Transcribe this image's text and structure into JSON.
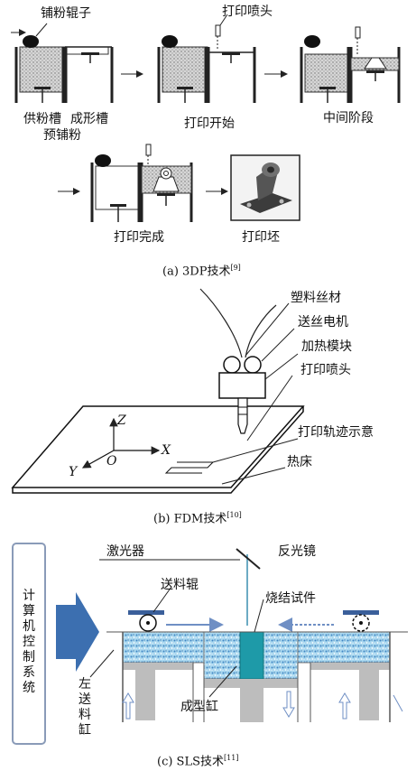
{
  "panel_a": {
    "labels": {
      "roller": "铺粉辊子",
      "nozzle": "打印喷头",
      "supply_tank": "供粉槽",
      "build_tank": "成形槽",
      "prespread": "预铺粉",
      "start": "打印开始",
      "middle": "中间阶段",
      "done": "打印完成",
      "blank": "打印坯"
    },
    "caption": {
      "text": "(a) 3DP技术",
      "ref": "[9]"
    }
  },
  "panel_b": {
    "labels": {
      "filament": "塑料丝材",
      "motor": "送丝电机",
      "heater": "加热模块",
      "nozzle": "打印喷头",
      "track": "打印轨迹示意",
      "bed": "热床",
      "axis_z": "Z",
      "axis_x": "X",
      "axis_y": "Y",
      "origin": "O"
    },
    "caption": {
      "text": "(b) FDM技术",
      "ref": "[10]"
    }
  },
  "panel_c": {
    "labels": {
      "laser": "激光器",
      "mirror": "反光镜",
      "roller": "送料辊",
      "part": "烧结试件",
      "build_cyl": "成型缸",
      "computer": "计算机控制系统",
      "left_feed": "左送料缸"
    },
    "caption": {
      "text": "(c) SLS技术",
      "ref": "[11]"
    }
  }
}
